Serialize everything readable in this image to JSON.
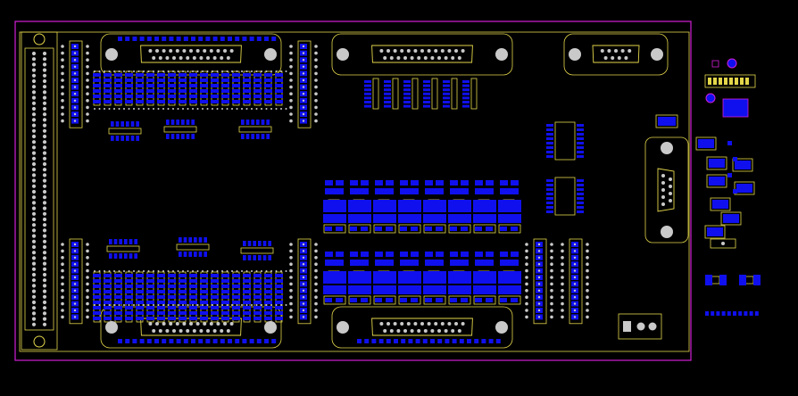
{
  "colors": {
    "background": "#000000",
    "board_outline": "#d21fd6",
    "silkscreen": "#e3d64a",
    "copper": "#1010ee",
    "pad": "#c9c9c9",
    "magenta_pad": "#d21fd6"
  },
  "board": {
    "logo_text": "",
    "layers_shown": [
      "board-outline",
      "silkscreen",
      "top-copper",
      "pads"
    ]
  },
  "connectors": {
    "db25_top": 1,
    "db25_top_center": 1,
    "db9_top_right": 1,
    "db9_side": 1,
    "db25_bottom_left": 1,
    "db25_bottom_center": 1,
    "edge_header": 1
  }
}
